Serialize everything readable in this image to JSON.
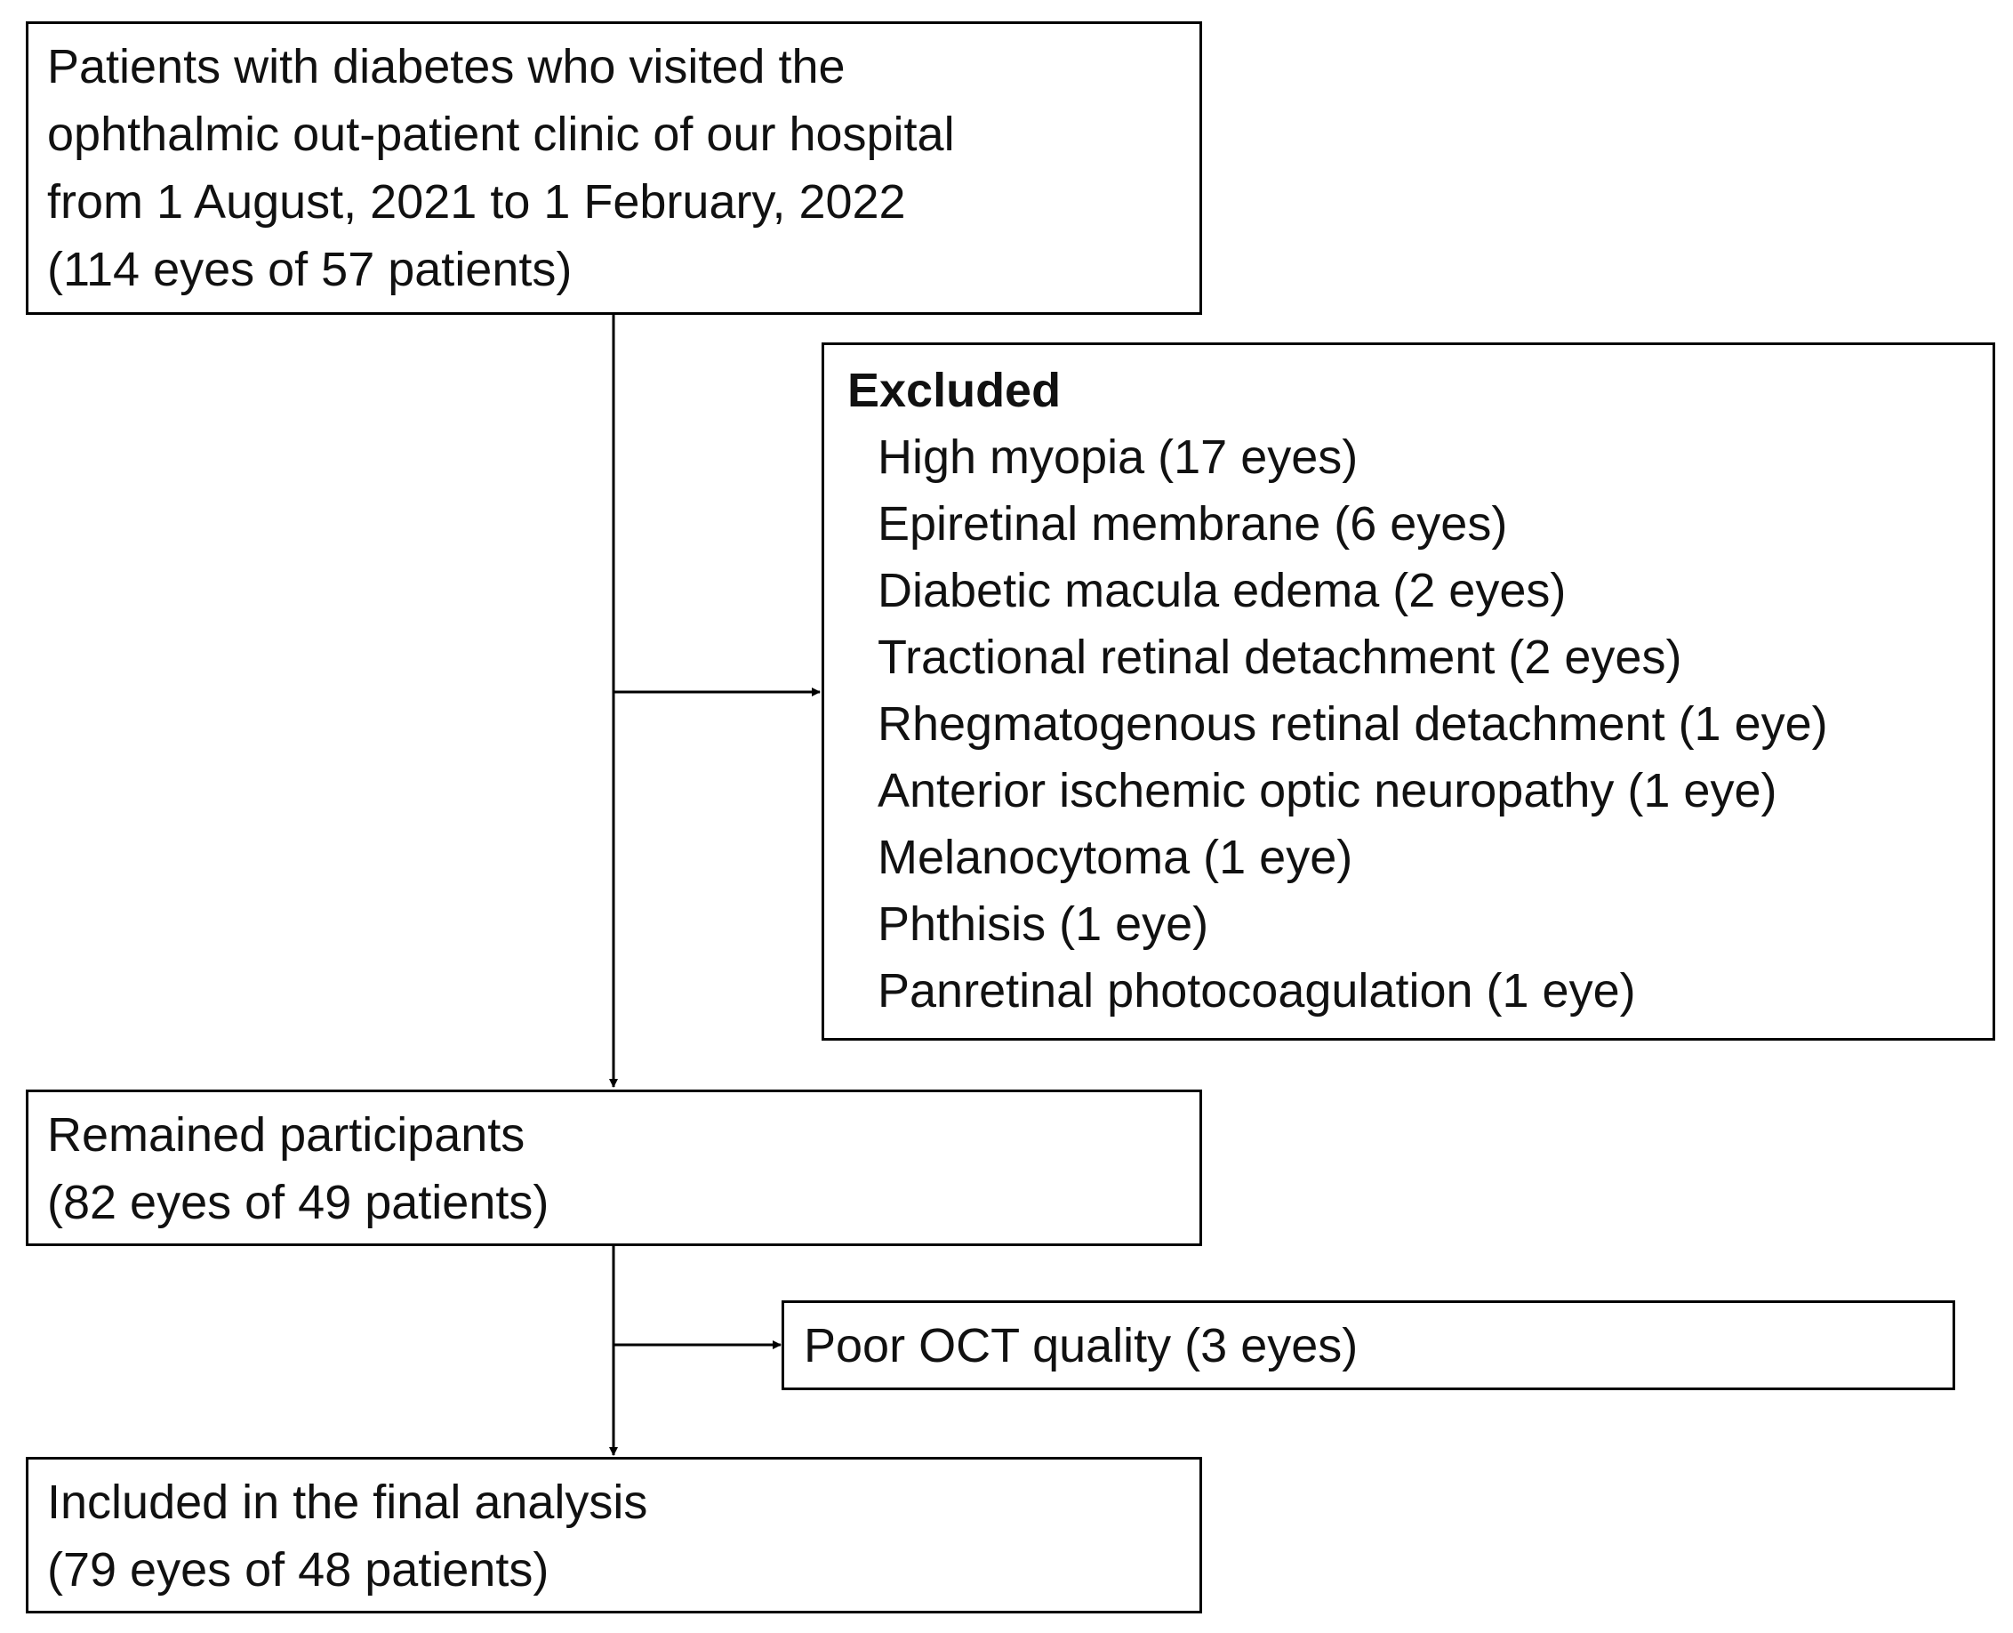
{
  "flow": {
    "start": {
      "lines": [
        "Patients with diabetes who visited the",
        "ophthalmic out-patient clinic of our hospital",
        "from 1 August, 2021 to 1 February, 2022",
        "(114 eyes of 57 patients)"
      ]
    },
    "excluded": {
      "title": "Excluded",
      "items": [
        "High myopia (17 eyes)",
        "Epiretinal membrane (6 eyes)",
        "Diabetic macula edema (2 eyes)",
        "Tractional retinal detachment (2 eyes)",
        "Rhegmatogenous retinal detachment (1 eye)",
        "Anterior ischemic optic neuropathy (1 eye)",
        "Melanocytoma (1 eye)",
        "Phthisis (1 eye)",
        "Panretinal photocoagulation (1 eye)"
      ]
    },
    "remained": {
      "lines": [
        "Remained participants",
        "(82 eyes of 49 patients)"
      ]
    },
    "poor_quality": {
      "label": "Poor OCT quality (3 eyes)"
    },
    "final": {
      "lines": [
        "Included in the final analysis",
        "(79 eyes of 48 patients)"
      ]
    }
  }
}
